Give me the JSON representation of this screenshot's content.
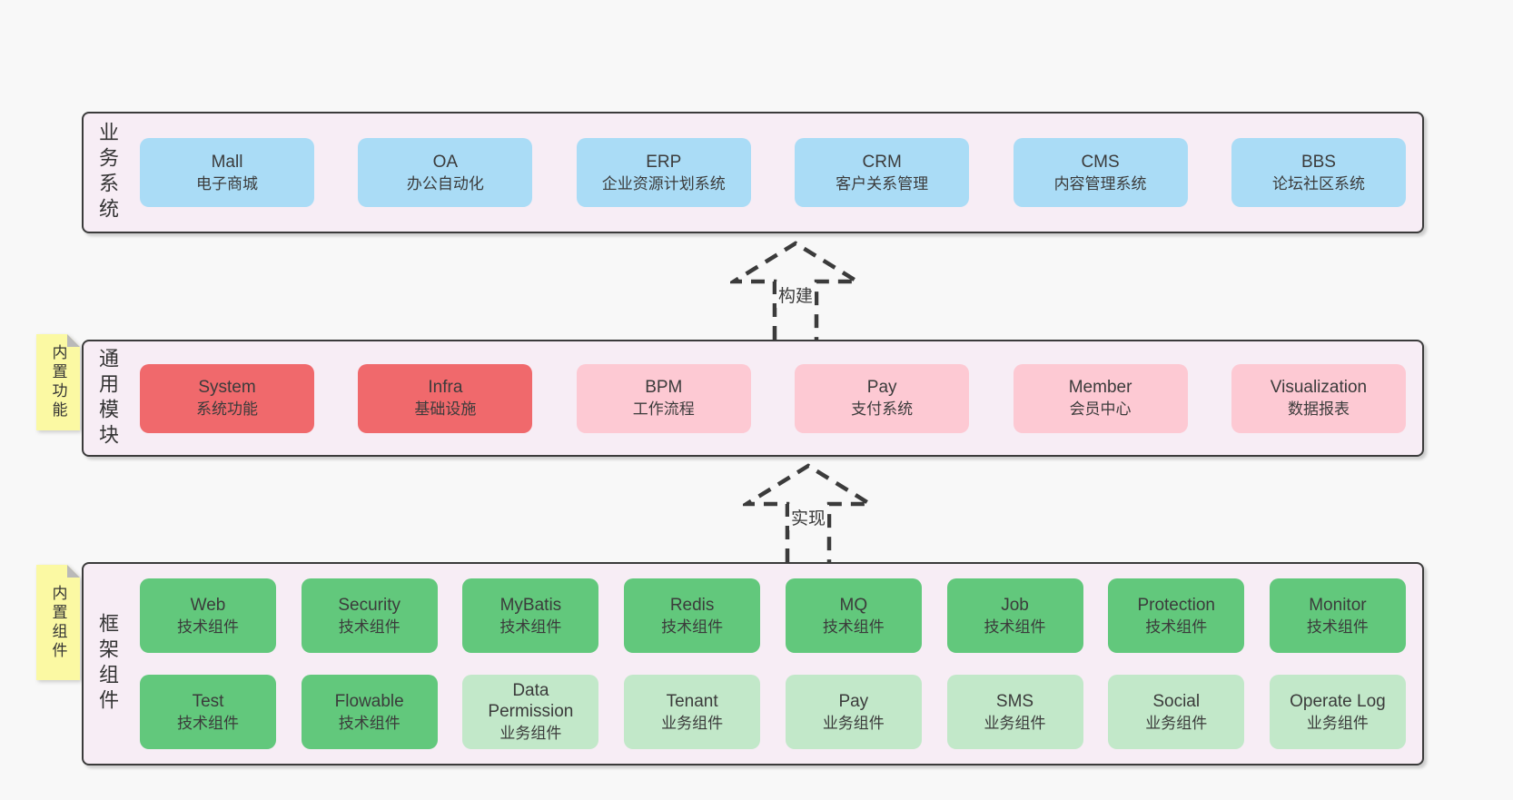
{
  "palette": {
    "canvas_bg": "#f8f8f8",
    "panel_bg": "#f7edf5",
    "panel_border": "#3b3b3b",
    "blue_box": "#aadcf6",
    "red_box": "#f0696c",
    "pink_box": "#fdc9d3",
    "green_box": "#62c87c",
    "light_green_box": "#c2e8c9",
    "note_yellow": "#fbf9a3",
    "note_fold": "#b9b9b9",
    "text": "#3b3b3b"
  },
  "sections": {
    "business": {
      "label": "业务系统",
      "boxes": [
        {
          "en": "Mall",
          "zh": "电子商城",
          "variant": "blue"
        },
        {
          "en": "OA",
          "zh": "办公自动化",
          "variant": "blue"
        },
        {
          "en": "ERP",
          "zh": "企业资源计划系统",
          "variant": "blue"
        },
        {
          "en": "CRM",
          "zh": "客户关系管理",
          "variant": "blue"
        },
        {
          "en": "CMS",
          "zh": "内容管理系统",
          "variant": "blue"
        },
        {
          "en": "BBS",
          "zh": "论坛社区系统",
          "variant": "blue"
        }
      ]
    },
    "modules": {
      "label": "通用模块",
      "note": "内置功能",
      "boxes": [
        {
          "en": "System",
          "zh": "系统功能",
          "variant": "red"
        },
        {
          "en": "Infra",
          "zh": "基础设施",
          "variant": "red"
        },
        {
          "en": "BPM",
          "zh": "工作流程",
          "variant": "pink"
        },
        {
          "en": "Pay",
          "zh": "支付系统",
          "variant": "pink"
        },
        {
          "en": "Member",
          "zh": "会员中心",
          "variant": "pink"
        },
        {
          "en": "Visualization",
          "zh": "数据报表",
          "variant": "pink"
        }
      ]
    },
    "framework": {
      "label": "框架组件",
      "note": "内置组件",
      "rows": [
        [
          {
            "en": "Web",
            "zh": "技术组件",
            "variant": "green"
          },
          {
            "en": "Security",
            "zh": "技术组件",
            "variant": "green"
          },
          {
            "en": "MyBatis",
            "zh": "技术组件",
            "variant": "green"
          },
          {
            "en": "Redis",
            "zh": "技术组件",
            "variant": "green"
          },
          {
            "en": "MQ",
            "zh": "技术组件",
            "variant": "green"
          },
          {
            "en": "Job",
            "zh": "技术组件",
            "variant": "green"
          },
          {
            "en": "Protection",
            "zh": "技术组件",
            "variant": "green"
          },
          {
            "en": "Monitor",
            "zh": "技术组件",
            "variant": "green"
          }
        ],
        [
          {
            "en": "Test",
            "zh": "技术组件",
            "variant": "green"
          },
          {
            "en": "Flowable",
            "zh": "技术组件",
            "variant": "green"
          },
          {
            "en": "Data Permission",
            "zh": "业务组件",
            "variant": "lightgreen"
          },
          {
            "en": "Tenant",
            "zh": "业务组件",
            "variant": "lightgreen"
          },
          {
            "en": "Pay",
            "zh": "业务组件",
            "variant": "lightgreen"
          },
          {
            "en": "SMS",
            "zh": "业务组件",
            "variant": "lightgreen"
          },
          {
            "en": "Social",
            "zh": "业务组件",
            "variant": "lightgreen"
          },
          {
            "en": "Operate Log",
            "zh": "业务组件",
            "variant": "lightgreen"
          }
        ]
      ]
    }
  },
  "arrows": {
    "build": {
      "label": "构建"
    },
    "implement": {
      "label": "实现"
    }
  }
}
